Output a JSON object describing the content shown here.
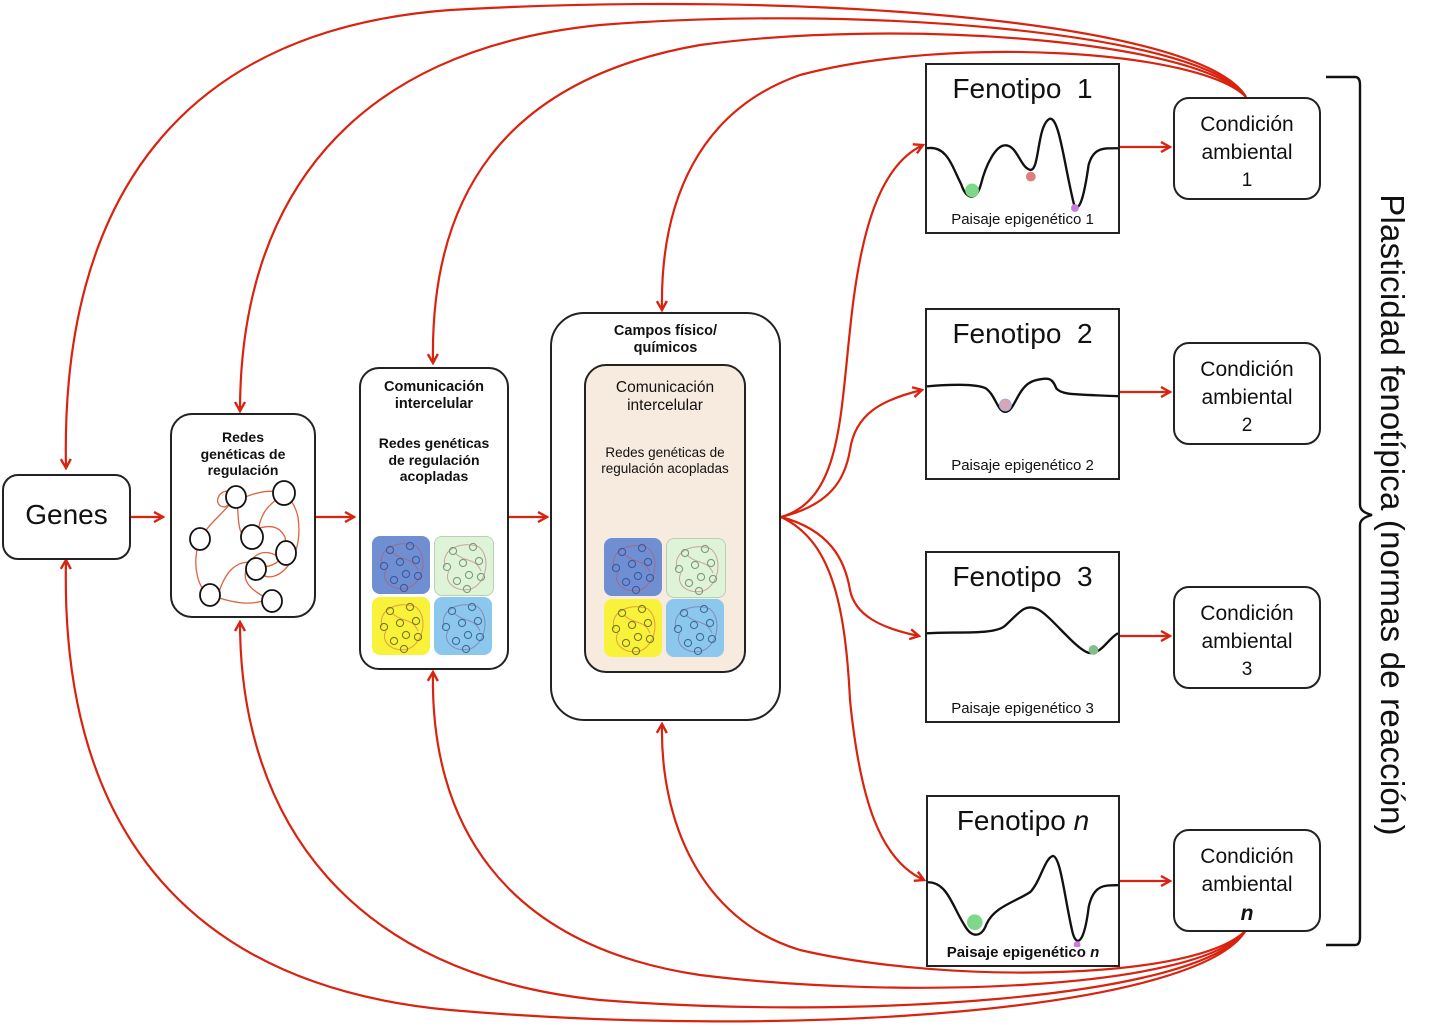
{
  "colors": {
    "arrow": "#d9230f",
    "border": "#222222",
    "inner_panel": "#f7ebe0",
    "quad_dark_blue": "#6f8fd2",
    "quad_light_green": "#dff3d8",
    "quad_yellow": "#f8f23a",
    "quad_light_blue": "#8cc7ee",
    "ball_green": "#7fd88a",
    "ball_red": "#e07e7e",
    "ball_purple": "#c87be0",
    "ball_pinkblue": "#d9a6b8"
  },
  "nodes": {
    "genes": {
      "label": "Genes"
    },
    "grn": {
      "title": "Redes genéticas de regulación"
    },
    "comm": {
      "title": "Comunicación intercelular",
      "subtitle": "Redes genéticas de regulación acopladas"
    },
    "fields": {
      "title": "Campos físico/ químicos",
      "inner_title": "Comunicación intercelular",
      "inner_subtitle": "Redes genéticas de regulación acopladas"
    }
  },
  "phenotypes": [
    {
      "title_prefix": "Fenotipo",
      "index": "1",
      "caption_prefix": "Paisaje epigenético",
      "caption_index": "1",
      "italic_index": false
    },
    {
      "title_prefix": "Fenotipo",
      "index": "2",
      "caption_prefix": "Paisaje epigenético",
      "caption_index": "2",
      "italic_index": false
    },
    {
      "title_prefix": "Fenotipo",
      "index": "3",
      "caption_prefix": "Paisaje epigenético",
      "caption_index": "3",
      "italic_index": false
    },
    {
      "title_prefix": "Fenotipo",
      "index": "n",
      "caption_prefix": "Paisaje epigenético",
      "caption_index": "n",
      "italic_index": true
    }
  ],
  "environments": [
    {
      "line1": "Condición",
      "line2": "ambiental",
      "index": "1",
      "italic_index": false
    },
    {
      "line1": "Condición",
      "line2": "ambiental",
      "index": "2",
      "italic_index": false
    },
    {
      "line1": "Condición",
      "line2": "ambiental",
      "index": "3",
      "italic_index": false
    },
    {
      "line1": "Condición",
      "line2": "ambiental",
      "index": "n",
      "italic_index": true
    }
  ],
  "side_label": "Plasticidad fenotípica (normas de reacción)"
}
